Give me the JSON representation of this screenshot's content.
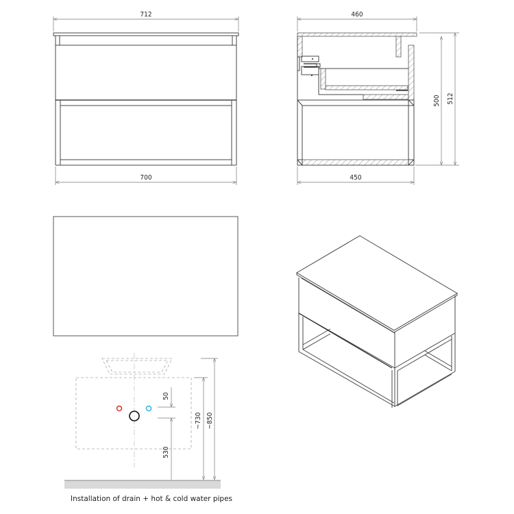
{
  "front_view": {
    "dim_top_width": "712",
    "dim_bottom_width": "700"
  },
  "side_view": {
    "dim_top_depth": "460",
    "dim_bottom_depth": "450",
    "dim_height_body": "500",
    "dim_height_total": "512"
  },
  "top_view": {},
  "isometric_view": {},
  "installation_view": {
    "dim_pipe_spacing": "50",
    "dim_drain_height": "530",
    "dim_cabinet_height": "~730",
    "dim_basin_height": "~850",
    "caption": "Installation of drain + hot & cold water pipes",
    "colors": {
      "hot_pipe": "#d0312d",
      "cold_pipe": "#29b6e6",
      "drain": "#111111",
      "floor": "#d9d9d9"
    }
  }
}
